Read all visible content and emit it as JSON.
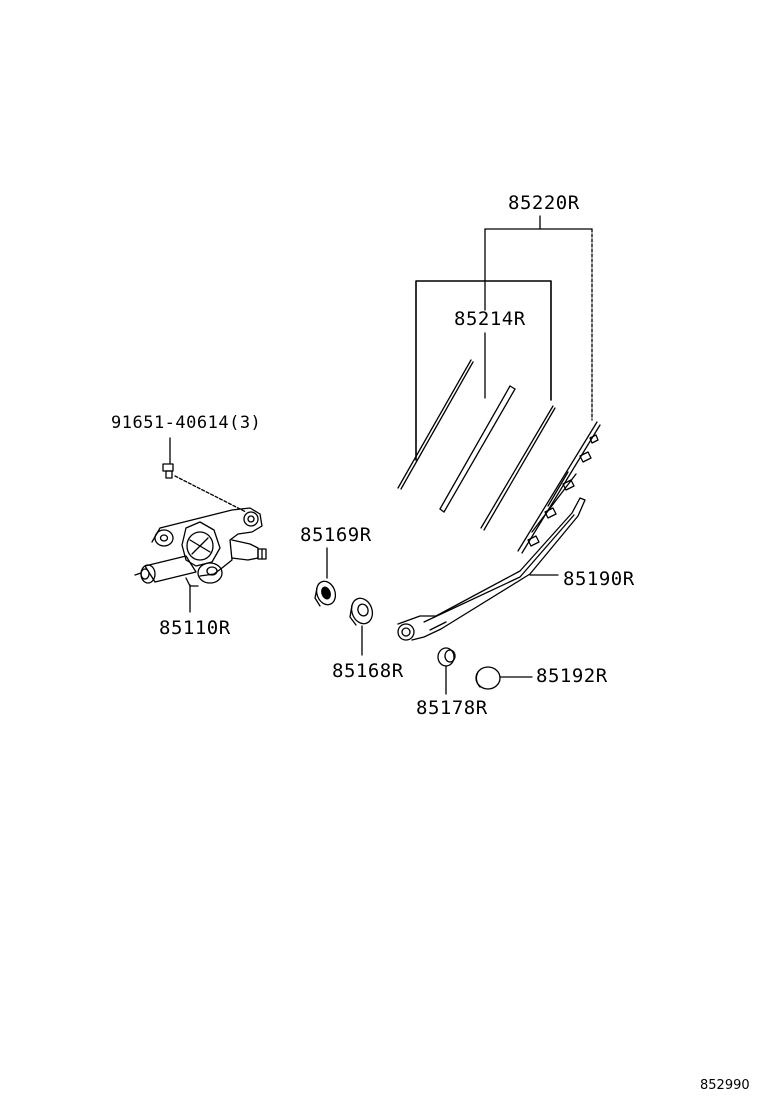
{
  "labels": {
    "wiper_assembly": "85220R",
    "blade_rubber": "85214R",
    "screw": "91651-40614(3)",
    "nut": "85169R",
    "motor": "85110R",
    "bushing": "85168R",
    "arm": "85190R",
    "arm_nut": "85178R",
    "arm_cap": "85192R",
    "figure_code": "852990"
  }
}
